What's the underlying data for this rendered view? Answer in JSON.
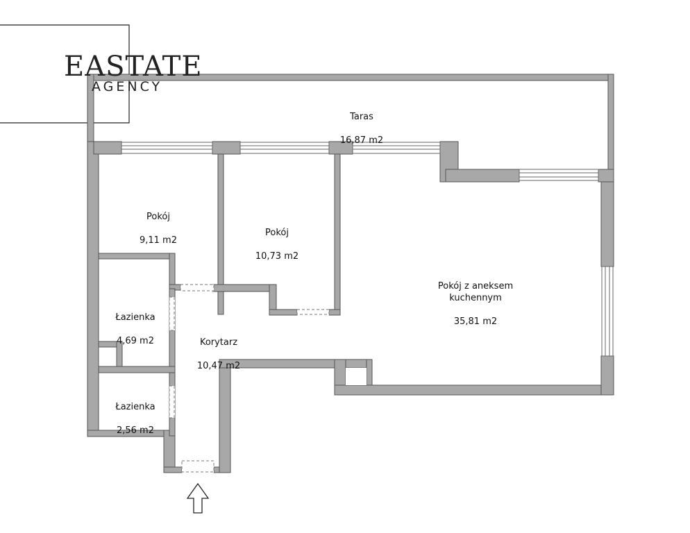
{
  "logo": {
    "main": "EASTATE",
    "sub": "AGENCY"
  },
  "rooms": {
    "taras": {
      "name": "Taras",
      "area": "16,87 m2"
    },
    "pokoj1": {
      "name": "Pokój",
      "area": "9,11 m2"
    },
    "pokoj2": {
      "name": "Pokój",
      "area": "10,73 m2"
    },
    "salon": {
      "name": "Pokój z aneksem\nkuchennym",
      "area": "35,81 m2"
    },
    "lazienka1": {
      "name": "Łazienka",
      "area": "4,69 m2"
    },
    "lazienka2": {
      "name": "Łazienka",
      "area": "2,56 m2"
    },
    "korytarz": {
      "name": "Korytarz",
      "area": "10,47 m2"
    }
  },
  "colors": {
    "wall_fill": "#a8a8a8",
    "wall_stroke": "#555555",
    "logo_lines": "#222222"
  },
  "icons": {
    "entrance": "up-arrow-icon"
  }
}
